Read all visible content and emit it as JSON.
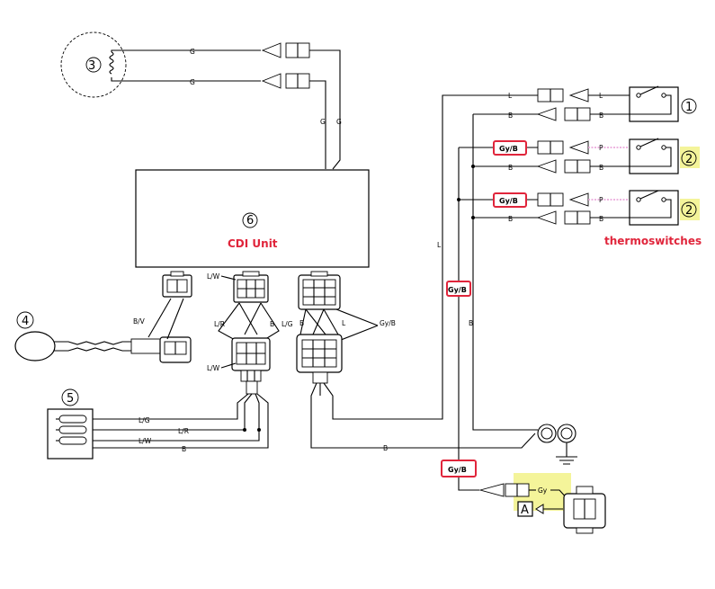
{
  "components": {
    "cdi": {
      "number": "6",
      "name": "CDI Unit"
    },
    "thermoswitch_1": {
      "number": "1"
    },
    "thermoswitch_2a": {
      "number": "2"
    },
    "thermoswitch_2b": {
      "number": "2"
    },
    "pickup_coil": {
      "number": "3"
    },
    "magneto": {
      "number": "4"
    },
    "ignition_coils": {
      "number": "5"
    },
    "gauge_connector": {
      "letter": "A"
    },
    "thermoswitches_label": "thermoswitches"
  },
  "wire_labels": {
    "g": "G",
    "l": "L",
    "b": "B",
    "p": "P",
    "gy": "Gy",
    "gyb": "Gy/B",
    "bv": "B/V",
    "lw": "L/W",
    "lr": "L/R",
    "lg": "L/G"
  },
  "colors": {
    "highlight_red": "#e0253b",
    "highlight_yellow": "#f4f49a",
    "pink_wire": "#e79bd6"
  }
}
